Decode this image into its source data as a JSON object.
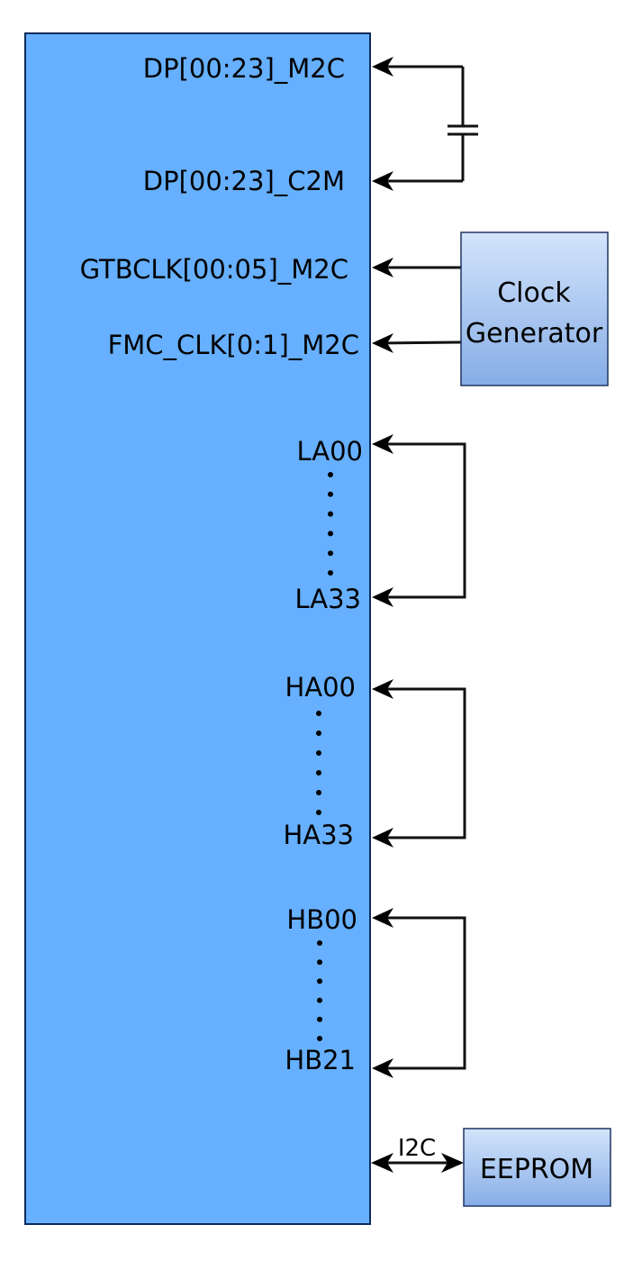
{
  "diagram": {
    "title": "FMC connector block diagram",
    "main_block": {
      "color": "#66b0ff",
      "border_color": "#0b2a5a"
    },
    "signals": {
      "dp_m2c": "DP[00:23]_M2C",
      "dp_c2m": "DP[00:23]_C2M",
      "gbtclk": "GTBCLK[00:05]_M2C",
      "fmc_clk": "FMC_CLK[0:1]_M2C",
      "la_start": "LA00",
      "la_end": "LA33",
      "ha_start": "HA00",
      "ha_end": "HA33",
      "hb_start": "HB00",
      "hb_end": "HB21"
    },
    "clock_generator": {
      "line1": "Clock",
      "line2": "Generator"
    },
    "eeprom": {
      "label": "EEPROM",
      "bus_label": "I2C"
    },
    "ellipsis_dot_count": 6
  }
}
